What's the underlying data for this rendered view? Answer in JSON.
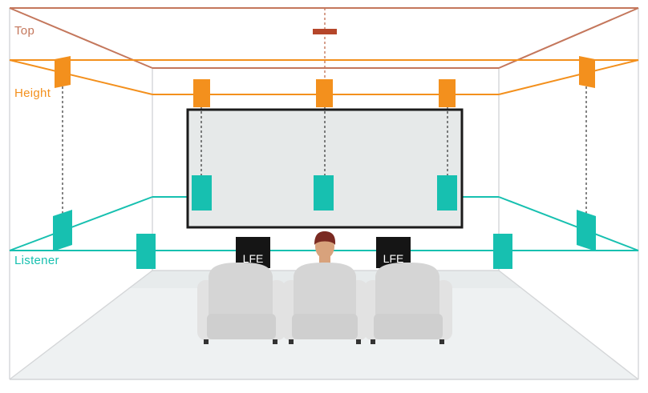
{
  "labels": {
    "top": "Top",
    "height": "Height",
    "listener": "Listener",
    "lfe_left": "LFE",
    "lfe_right": "LFE"
  },
  "colors": {
    "top": "#c4775c",
    "height": "#f3901d",
    "listener": "#17c0b0",
    "room_line": "#d4d6d8",
    "floor": "#eef1f2",
    "screen_fill": "#e6e9e9",
    "screen_border": "#1b1b1b",
    "subwoofer": "#151515",
    "seat": "#d9d9d9",
    "person_shirt": "#3a86c8",
    "person_hair": "#7a2a22",
    "dashed_line": "#333333"
  },
  "speakers": {
    "top": [
      "ceiling-center"
    ],
    "height": [
      "front-left",
      "front-center",
      "front-right",
      "side-left",
      "side-right"
    ],
    "listener": [
      "front-left",
      "center",
      "front-right",
      "side-left",
      "side-right",
      "rear-left",
      "rear-right"
    ]
  },
  "seats": [
    "seat-left",
    "seat-center",
    "seat-right"
  ]
}
